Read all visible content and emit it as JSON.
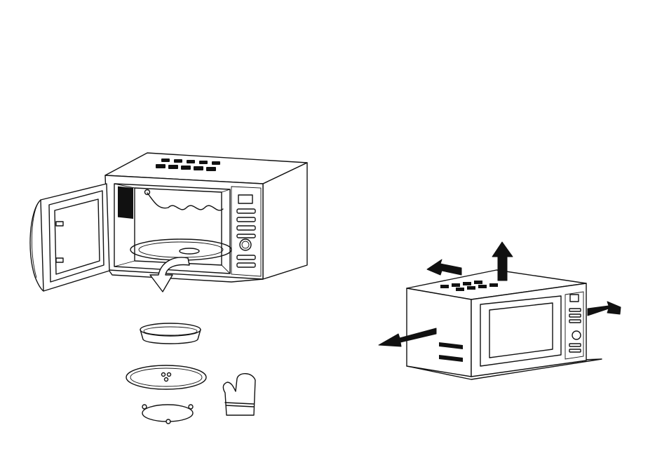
{
  "figures": [
    {
      "id": "microwave-open-door",
      "items": []
    },
    {
      "id": "accessories",
      "items": [
        "crisp-plate",
        "glass-turntable",
        "roller-ring",
        "oven-mitt"
      ]
    },
    {
      "id": "microwave-clearance",
      "arrows": [
        "up",
        "back-left",
        "left",
        "right"
      ]
    }
  ],
  "colors": {
    "line": "#111111",
    "background": "#ffffff"
  }
}
